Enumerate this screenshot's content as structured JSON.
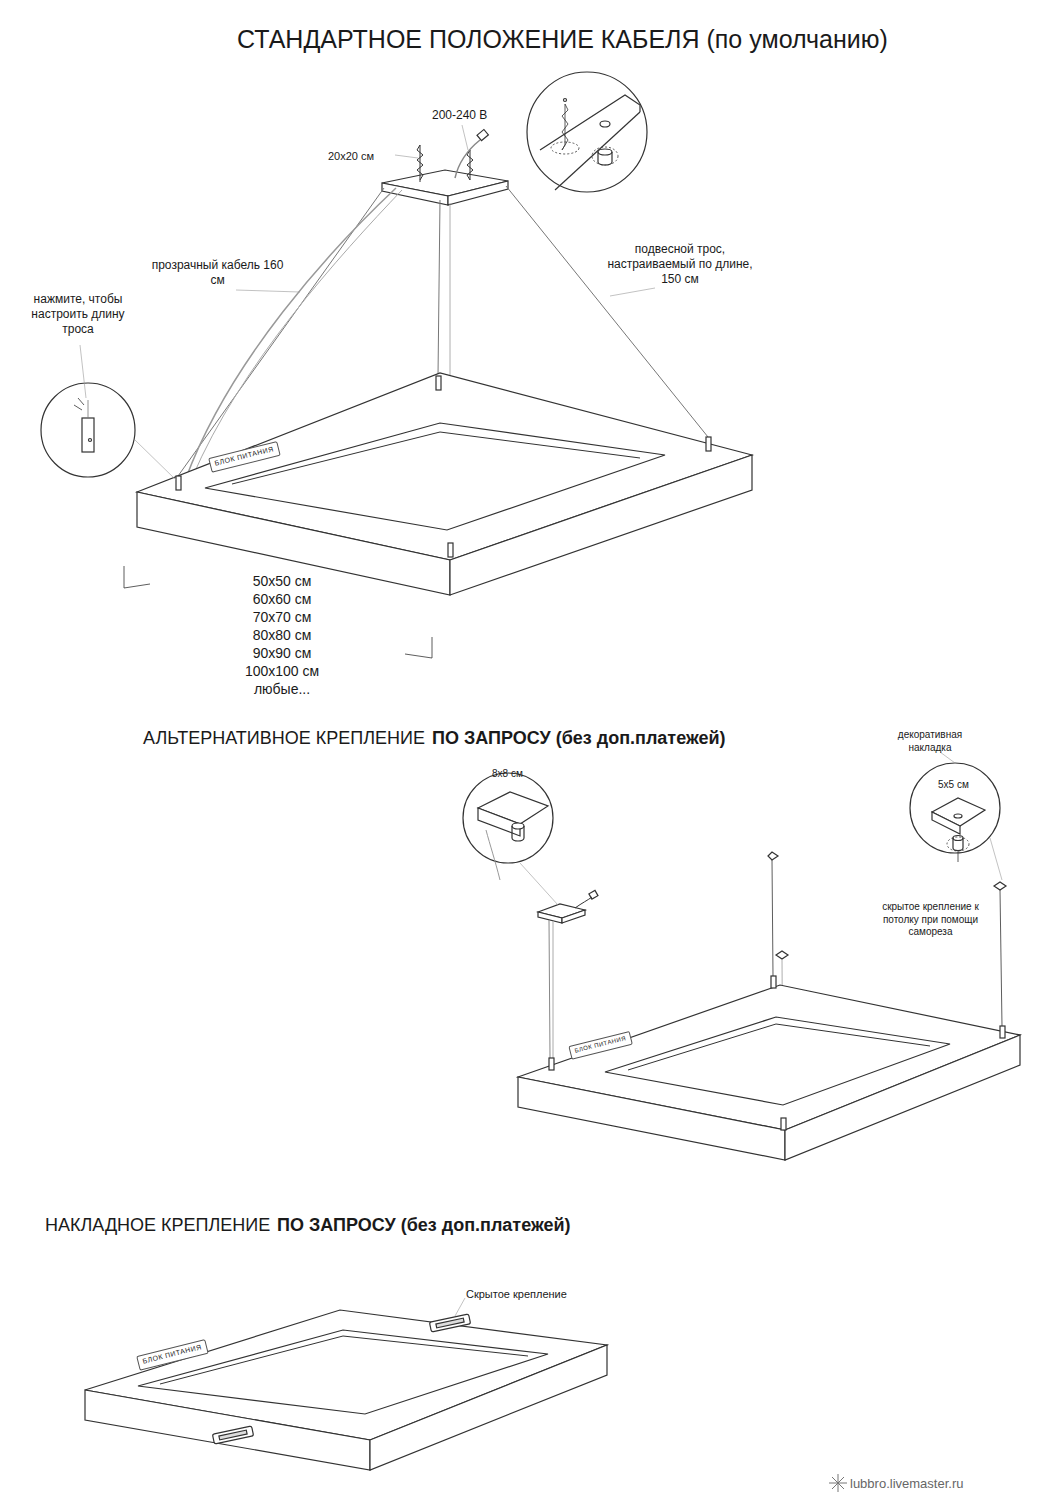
{
  "diagram": {
    "title": "СТАНДАРТНОЕ ПОЛОЖЕНИЕ КАБЕЛЯ (по умолчанию)",
    "labels": [
      "200-240 В",
      "20х20 см",
      "прозрачный кабель 160 см",
      "подвесной трос, настраиваемый по длине, 150 см",
      "нажмите, чтобы настроить длину троса",
      "БЛОК ПИТАНИЯ",
      "50х50 см",
      "60х60 см",
      "70х70 см",
      "80х80 см",
      "90х90 см",
      "100х100 см",
      "любые...",
      "АЛЬТЕРНАТИВНОЕ КРЕПЛЕНИЕ",
      "ПО ЗАПРОСУ (без доп.платежей)",
      "8х8 см",
      "декоративная накладка",
      "5х5 см",
      "скрытое крепление к потолку при помощи самореза",
      "БЛОК ПИТАНИЯ",
      "НАКЛАДНОЕ КРЕПЛЕНИЕ",
      "ПО ЗАПРОСУ (без доп.платежей)",
      "Скрытое крепление",
      "БЛОК ПИТАНИЯ",
      "lubbro.livemaster.ru"
    ]
  }
}
